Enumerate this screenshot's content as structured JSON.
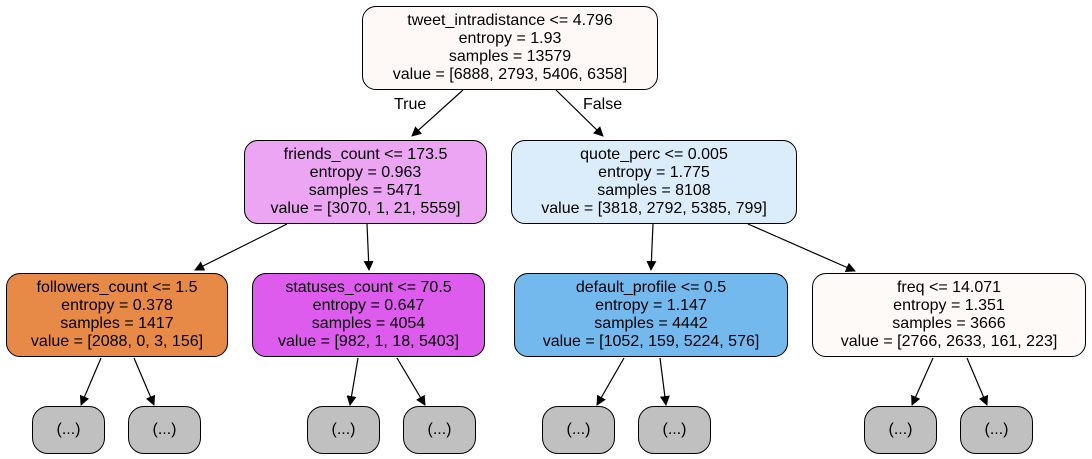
{
  "nodes": {
    "root": {
      "split": "tweet_intradistance <= 4.796",
      "entropy": "entropy = 1.93",
      "samples": "samples = 13579",
      "value": "value = [6888, 2793, 5406, 6358]",
      "fill": "#fef9f6"
    },
    "left": {
      "split": "friends_count <= 173.5",
      "entropy": "entropy = 0.963",
      "samples": "samples = 5471",
      "value": "value = [3070, 1, 21, 5559]",
      "fill": "#eca5f3"
    },
    "right": {
      "split": "quote_perc <= 0.005",
      "entropy": "entropy = 1.775",
      "samples": "samples = 8108",
      "value": "value = [3818, 2792, 5385, 799]",
      "fill": "#dbecfa"
    },
    "ll": {
      "split": "followers_count <= 1.5",
      "entropy": "entropy = 0.378",
      "samples": "samples = 1417",
      "value": "value = [2088, 0, 3, 156]",
      "fill": "#e78a48"
    },
    "lr": {
      "split": "statuses_count <= 70.5",
      "entropy": "entropy = 0.647",
      "samples": "samples = 4054",
      "value": "value = [982, 1, 18, 5403]",
      "fill": "#de5ced"
    },
    "rl": {
      "split": "default_profile <= 0.5",
      "entropy": "entropy = 1.147",
      "samples": "samples = 4442",
      "value": "value = [1052, 159, 5224, 576]",
      "fill": "#74b9ee"
    },
    "rr": {
      "split": "freq <= 14.071",
      "entropy": "entropy = 1.351",
      "samples": "samples = 3666",
      "value": "value = [2766, 2633, 161, 223]",
      "fill": "#fefaf7"
    }
  },
  "leaf_label": "(...)",
  "edge_labels": {
    "true": "True",
    "false": "False"
  },
  "colors": {
    "edge": "#000000",
    "leaf_fill": "#c0c0c0"
  }
}
